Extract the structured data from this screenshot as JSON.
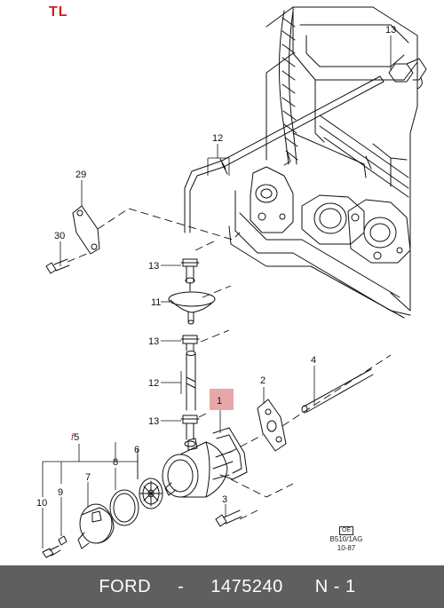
{
  "corner_code": "TL",
  "callouts": {
    "c1": "1",
    "c2": "2",
    "c3": "3",
    "c4": "4",
    "c5": "5",
    "c6": "6",
    "c7": "7",
    "c8": "8",
    "c9": "9",
    "c10": "10",
    "c11": "11",
    "c12a": "12",
    "c12b": "12",
    "c13a": "13",
    "c13b": "13",
    "c13c": "13",
    "c13d": "13",
    "c29": "29",
    "c30": "30"
  },
  "callout_5_prefix": "f",
  "drawing_code": {
    "box": "OE",
    "number": "B510/1AG",
    "date": "10-87"
  },
  "footer": {
    "brand": "FORD",
    "separator": "-",
    "part_number": "1475240",
    "page": "N - 1"
  },
  "colors": {
    "highlight": "#e8a7a7",
    "footer_bg": "#5f5f5f",
    "corner_code": "#cc1f1f",
    "callout_5_prefix": "#cc1f1f"
  }
}
